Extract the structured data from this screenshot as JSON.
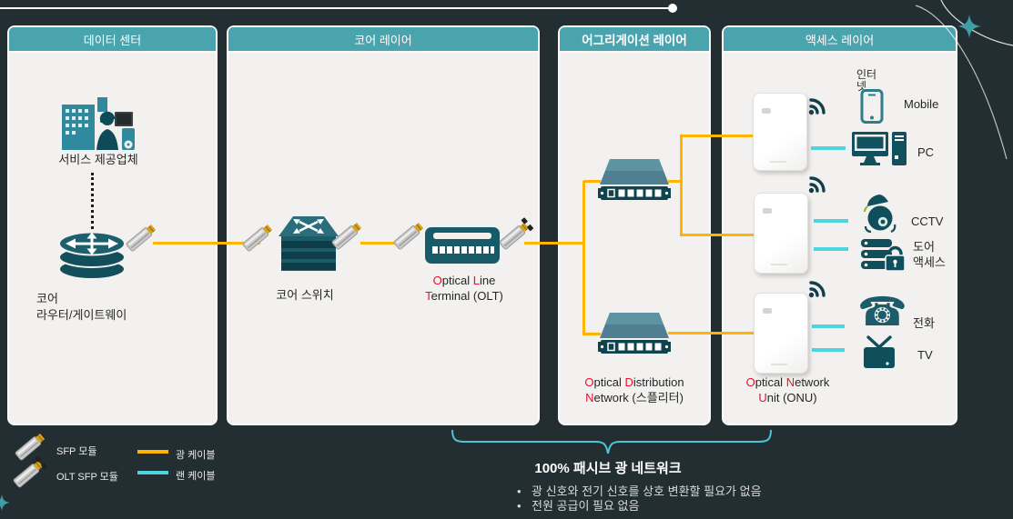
{
  "headers": {
    "datacenter": "데이터 센터",
    "core": "코어 레이어",
    "aggregation": "어그리게이션 레이어",
    "access": "액세스 레이어"
  },
  "datacenter": {
    "provider_label": "서비스 제공업체",
    "router_label_line1": "코어",
    "router_label_line2": "라우터/게이트웨이"
  },
  "core": {
    "switch_label": "코어 스위치",
    "olt_label": {
      "r1": "O",
      "t1": "ptical",
      "r2": "L",
      "t2": "ine",
      "r3": "T",
      "t3": "erminal",
      "t4": "(OLT)"
    }
  },
  "aggregation": {
    "odn_label": {
      "r1": "O",
      "t1": "ptical",
      "r2": "D",
      "t2": "istribution",
      "r3": "N",
      "t3": "etwork",
      "t4": "(스플리터)"
    }
  },
  "access": {
    "internet_line1": "인터",
    "internet_line2": "넷",
    "devices": {
      "mobile": "Mobile",
      "pc": "PC",
      "cctv": "CCTV",
      "door_line1": "도어",
      "door_line2": "액세스",
      "phone": "전화",
      "tv": "TV"
    },
    "onu_label": {
      "r1": "O",
      "t1": "ptical",
      "r2": "N",
      "t2": "etwork",
      "r3": "U",
      "t3": "nit",
      "t4": "(ONU)"
    }
  },
  "legend": {
    "sfp": "SFP 모듈",
    "olt_sfp": "OLT SFP 모듈",
    "optical_cable": "광 케이블",
    "lan_cable": "랜 케이블"
  },
  "footer": {
    "title": "100% 패시브 광 네트워크",
    "bullet_char": "•",
    "bullets": [
      "광 신호와 전기 신호를 상호 변환할 필요가 없음",
      "전원 공급이 필요 없음"
    ]
  },
  "icons": {
    "phone_glyph": "☎"
  },
  "colors": {
    "background": "#232E33",
    "header_teal": "#4AA4AE",
    "panel_bg": "#F2F1EF",
    "device_teal": "#1C5B68",
    "dark_teal": "#0F4F5C",
    "optical_cable": "#FFB400",
    "lan_cable": "#4ED4DE",
    "red_letter": "#E8112D",
    "brace": "#49C7D4"
  }
}
